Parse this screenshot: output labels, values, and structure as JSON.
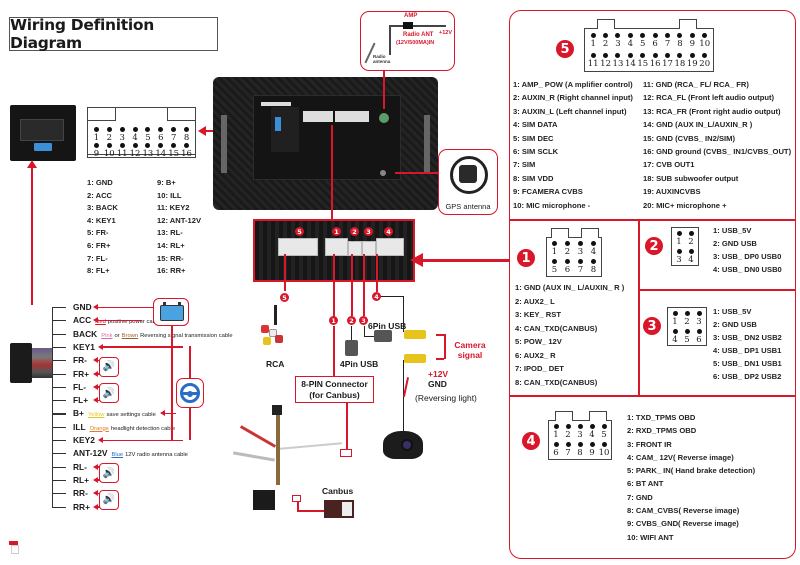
{
  "title": "Wiring Definition Diagram",
  "colors": {
    "accent": "#d8172a",
    "device": "#1c1c1c",
    "text": "#1a1a1a",
    "speaker_icon": "#2b6cc4",
    "pink": "#e06aa8",
    "brown": "#a0622d",
    "yellow": "#e6c619",
    "orange": "#e37b22",
    "blue": "#2b6cc4"
  },
  "main_connector": {
    "pins_top": [
      "1",
      "2",
      "3",
      "4",
      "5",
      "6",
      "7",
      "8"
    ],
    "pins_bottom": [
      "9",
      "10",
      "11",
      "12",
      "13",
      "14",
      "15",
      "16"
    ],
    "definitions_left": [
      "1: GND",
      "2: ACC",
      "3: BACK",
      "4: KEY1",
      "5: FR-",
      "6: FR+",
      "7: FL-",
      "8: FL+"
    ],
    "definitions_right": [
      "9: B+",
      "10: ILL",
      "11: KEY2",
      "12: ANT-12V",
      "13: RL-",
      "14: RL+",
      "15: RR-",
      "16: RR+"
    ]
  },
  "harness": {
    "wires": [
      {
        "label": "GND",
        "note": ""
      },
      {
        "label": "ACC",
        "note_color": "Red",
        "note": "positive power cable+"
      },
      {
        "label": "BACK",
        "note_color": "Pink",
        "note_mid": "or",
        "note_color2": "Brown",
        "note": "Reversing signal transmission cable"
      },
      {
        "label": "KEY1",
        "note": ""
      },
      {
        "label": "FR-",
        "note": ""
      },
      {
        "label": "FR+",
        "note": ""
      },
      {
        "label": "FL-",
        "note": ""
      },
      {
        "label": "FL+",
        "note": ""
      },
      {
        "label": "B+",
        "note_color": "Yellow",
        "note": "save settings cable"
      },
      {
        "label": "ILL",
        "note_color": "Orange",
        "note": "headlight detection cable"
      },
      {
        "label": "KEY2",
        "note": ""
      },
      {
        "label": "ANT-12V",
        "note_color": "Blue",
        "note": "12V radio antenna cable"
      },
      {
        "label": "RL-",
        "note": ""
      },
      {
        "label": "RL+",
        "note": ""
      },
      {
        "label": "RR-",
        "note": ""
      },
      {
        "label": "RR+",
        "note": ""
      }
    ],
    "icons": [
      "battery-icon",
      "steering-wheel-icon",
      "speaker-icon"
    ]
  },
  "amp_inset": {
    "amp": "AMP",
    "radio_ant": "Radio ANT",
    "radio_ant_spec": "(12V/500MA)IN",
    "plus12v": "+12V",
    "radio_antenna": "Radio antenna"
  },
  "gps": {
    "label": "GPS antenna"
  },
  "center": {
    "port_badges": [
      "5",
      "1",
      "2",
      "3",
      "4"
    ],
    "rca_label": "RCA",
    "usb4_label": "4Pin USB",
    "usb6_label": "6Pin USB",
    "camera_signal": "Camera signal",
    "plus12v": "+12V",
    "gnd": "GND",
    "reversing_light": "(Reversing light)",
    "canbus_connector_line1": "8-PIN Connector",
    "canbus_connector_line2": "(for Canbus)",
    "canbus_label": "Canbus"
  },
  "panel5": {
    "badge": "5",
    "pins_top": [
      "1",
      "2",
      "3",
      "4",
      "5",
      "6",
      "7",
      "8",
      "9",
      "10"
    ],
    "pins_bottom": [
      "11",
      "12",
      "13",
      "14",
      "15",
      "16",
      "17",
      "18",
      "19",
      "20"
    ],
    "definitions_left": [
      "1:  AMP_ POW (A mplifier control)",
      "2:  AUXIN_R (Right channel input)",
      "3:  AUXIN_L (Left channel input)",
      "4:  SIM DATA",
      "5:  SIM DEC",
      "6:  SIM SCLK",
      "7:  SIM",
      "8:  SIM VDD",
      "9:  FCAMERA CVBS",
      "10: MIC microphone -"
    ],
    "definitions_right": [
      "11: GND (RCA_ FL/ RCA_ FR)",
      "12: RCA_FL (Front left audio output)",
      "13: RCA_FR (Front right audio output)",
      "14: GND  (AUX IN_L/AUXIN_R )",
      "15: GND (CVBS_ IN2/SIM)",
      "16: GND ground (CVBS_ IN1/CVBS_OUT)",
      "17: CVB OUT1",
      "18: SUB subwoofer output",
      "19: AUXINCVBS",
      "20: MIC+ microphone +"
    ]
  },
  "panel1": {
    "badge": "1",
    "pins_top": [
      "1",
      "2",
      "3",
      "4"
    ],
    "pins_bottom": [
      "5",
      "6",
      "7",
      "8"
    ],
    "definitions": [
      "1:  GND  (AUX IN_ L/AUXIN_ R )",
      "2:  AUX2_ L",
      "3:  KEY_ RST",
      "4:  CAN_TXD(CANBUS)",
      "5:  POW_ 12V",
      "6:  AUX2_ R",
      "7:  IPOD_ DET",
      "8:  CAN_TXD(CANBUS)"
    ]
  },
  "panel2": {
    "badge": "2",
    "pins_top": [
      "1",
      "2"
    ],
    "pins_bottom": [
      "3",
      "4"
    ],
    "definitions": [
      "1:  USB_5V",
      "2:  GND USB",
      "3:  USB_ DP0 USB0",
      "4:  USB_ DN0 USB0"
    ]
  },
  "panel3": {
    "badge": "3",
    "pins_top": [
      "1",
      "2",
      "3"
    ],
    "pins_bottom": [
      "4",
      "5",
      "6"
    ],
    "definitions": [
      "1:  USB_5V",
      "2:  GND USB",
      "3:  USB_ DN2 USB2",
      "4:  USB_ DP1 USB1",
      "5:  USB_ DN1 USB1",
      "6:  USB_ DP2 USB2"
    ]
  },
  "panel4": {
    "badge": "4",
    "pins_top": [
      "1",
      "2",
      "3",
      "4",
      "5"
    ],
    "pins_bottom": [
      "6",
      "7",
      "8",
      "9",
      "10"
    ],
    "definitions": [
      "1:  TXD_TPMS OBD",
      "2:  RXD_TPMS OBD",
      "3:  FRONT IR",
      "4:  CAM_ 12V( Reverse image)",
      "5:  PARK_ IN( Hand brake detection)",
      "6:  BT ANT",
      "7:  GND",
      "8:  CAM_CVBS( Reverse image)",
      "9:  CVBS_GND( Reverse image)",
      "10: WIFI ANT"
    ]
  }
}
